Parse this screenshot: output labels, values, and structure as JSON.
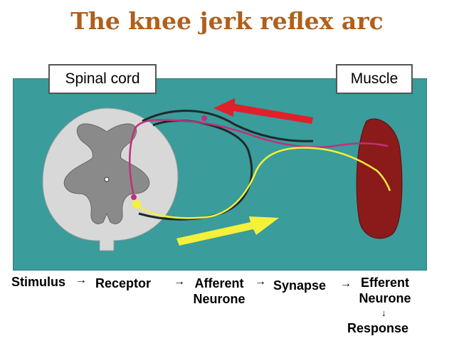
{
  "title": "The knee jerk reflex arc",
  "labels": {
    "spinal_cord": "Spinal cord",
    "muscle": "Muscle"
  },
  "flow": {
    "stimulus": "Stimulus",
    "receptor": "Receptor",
    "afferent": "Afferent",
    "afferent_2": "Neurone",
    "synapse": "Synapse",
    "efferent": "Efferent",
    "efferent_2": "Neurone",
    "response": "Response",
    "arrow": "→",
    "down_arrow": "↓"
  },
  "colors": {
    "title": "#b05f1c",
    "panel": "#3a9c9b",
    "cord_outer": "#d8d8d8",
    "cord_inner": "#8a8a8a",
    "muscle": "#8b1a1a",
    "efferent_nerve": "#c0307a",
    "afferent_nerve": "#f5f03a",
    "red_arrow": "#e0202a",
    "yellow_arrow": "#f5f03a"
  }
}
